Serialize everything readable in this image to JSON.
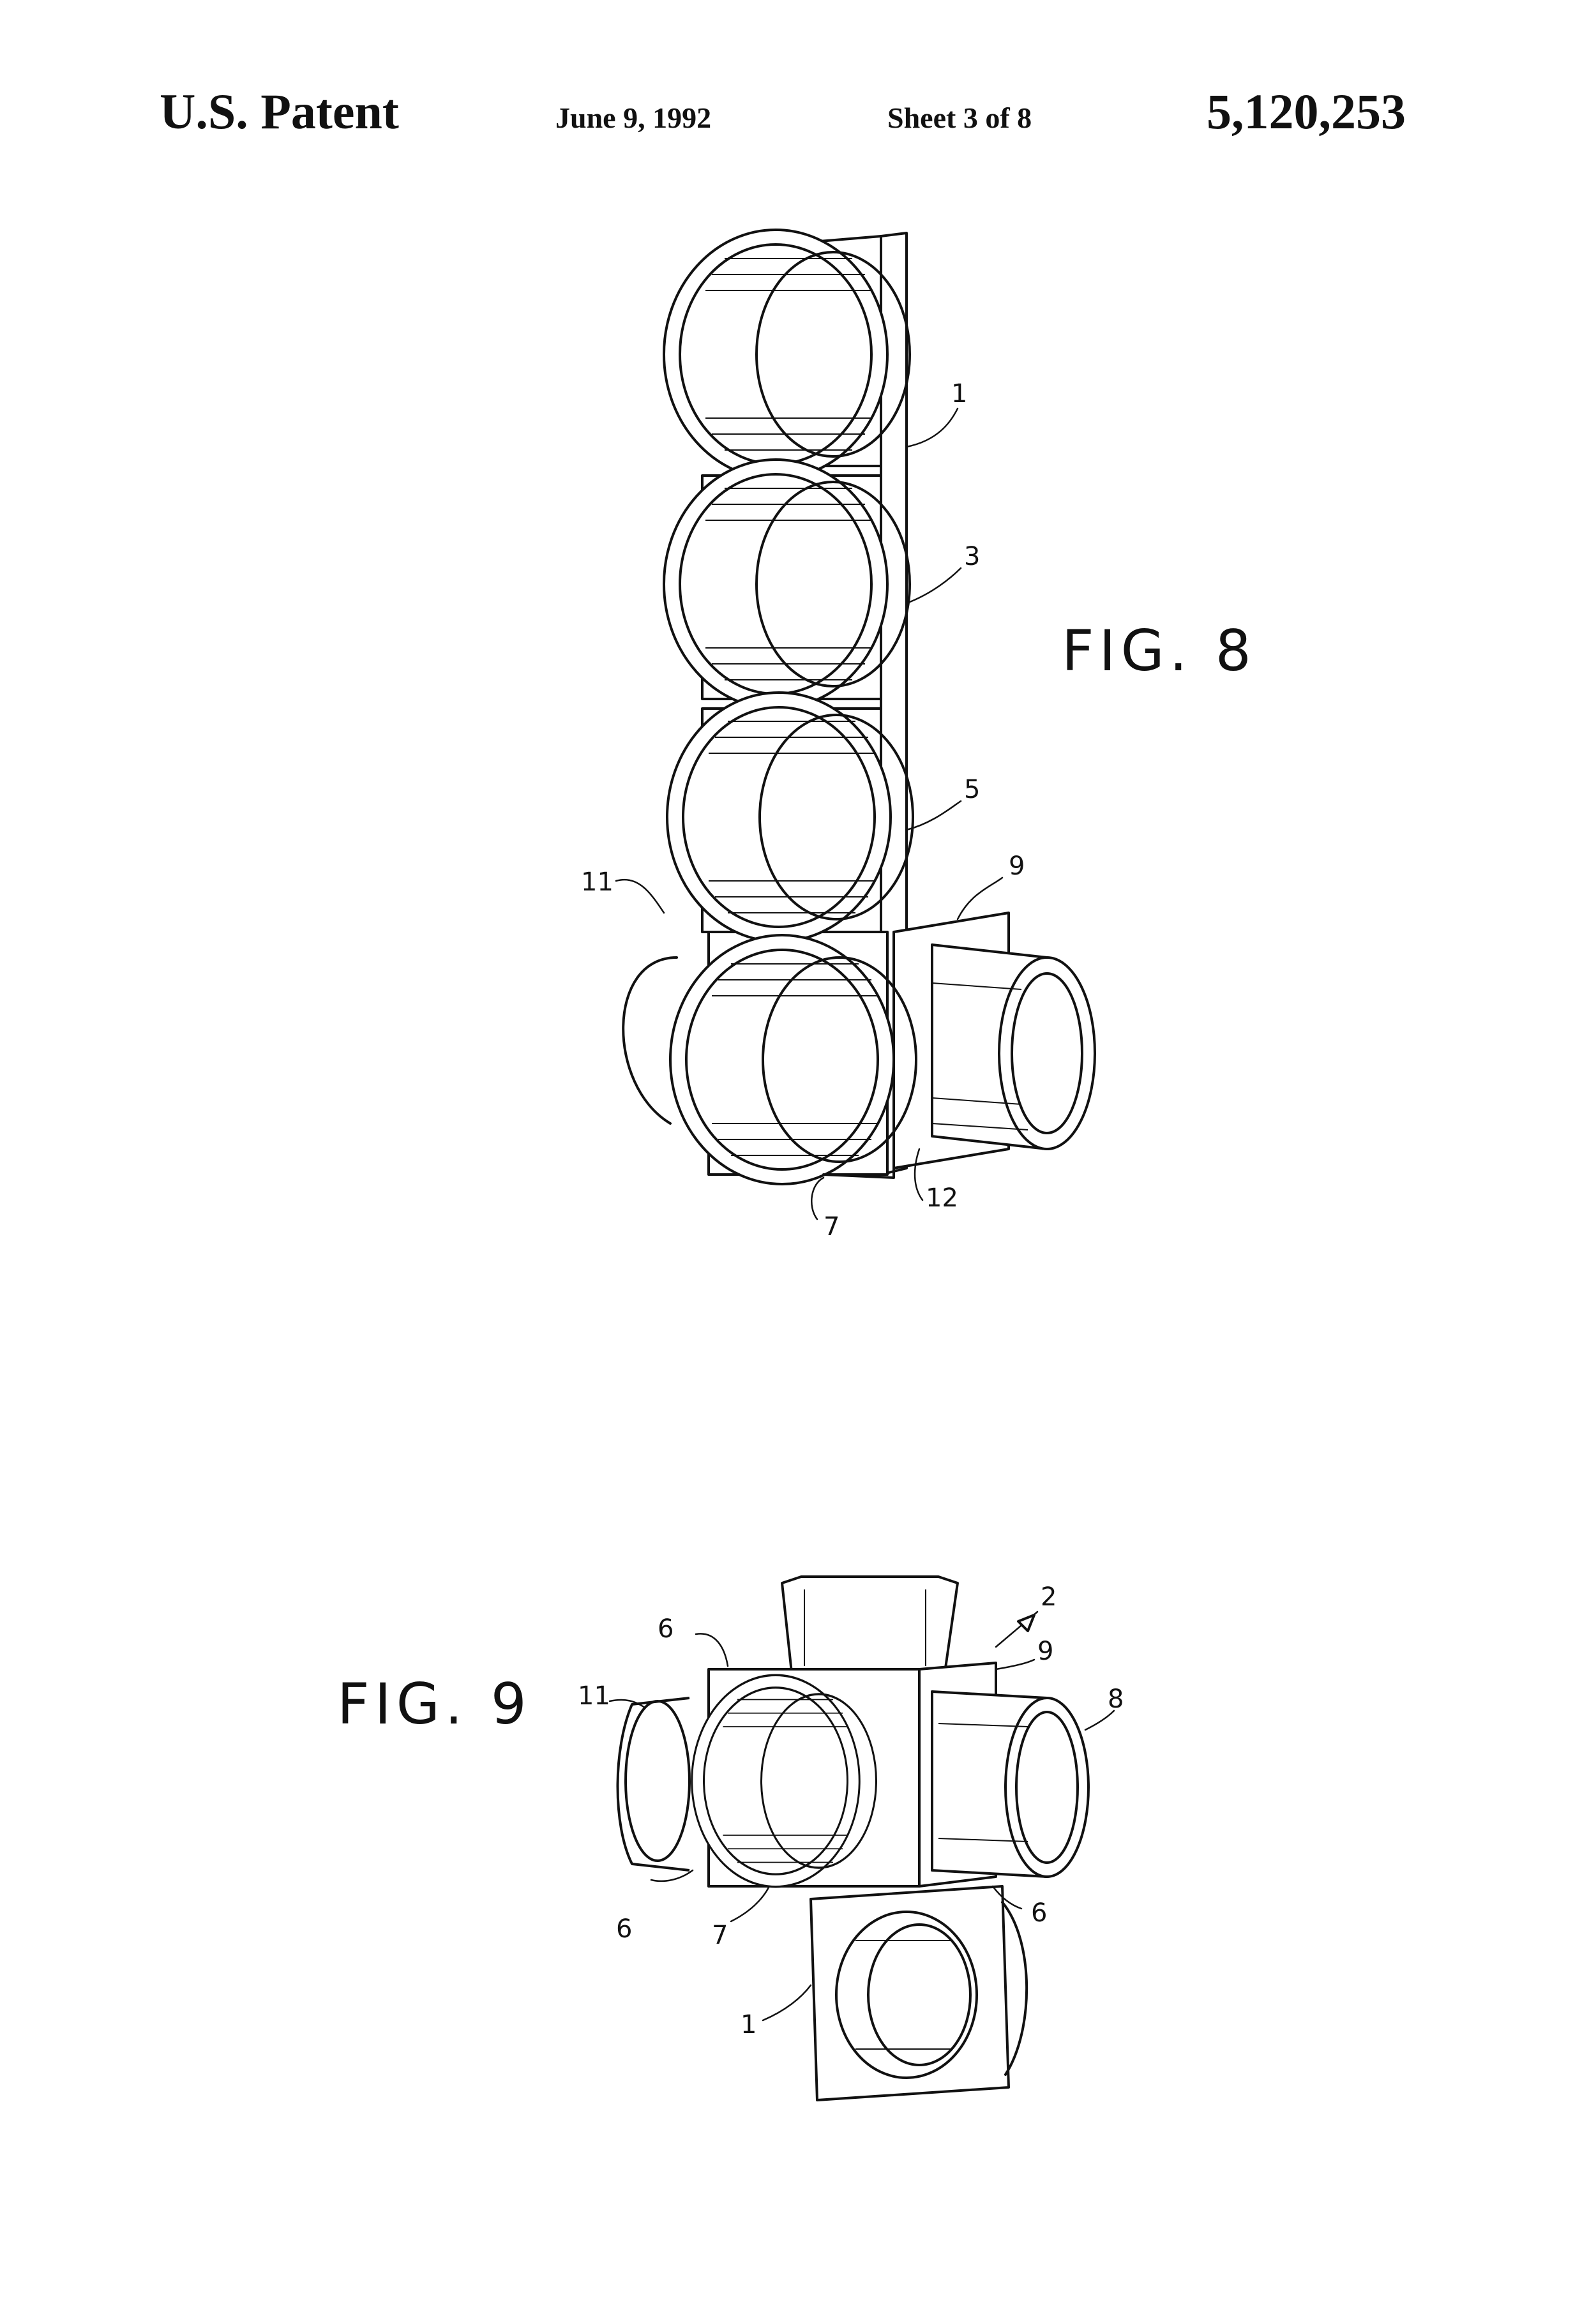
{
  "header": {
    "patent_label": "U.S. Patent",
    "date": "June 9, 1992",
    "sheet": "Sheet 3 of 8",
    "patent_number": "5,120,253"
  },
  "figures": [
    {
      "id": "fig8",
      "title": "FIG. 8",
      "references": [
        "1",
        "3",
        "5",
        "9",
        "11",
        "12",
        "7"
      ]
    },
    {
      "id": "fig9",
      "title": "FIG. 9",
      "references": [
        "2",
        "6",
        "9",
        "11",
        "8",
        "6",
        "7",
        "6",
        "1"
      ]
    }
  ]
}
